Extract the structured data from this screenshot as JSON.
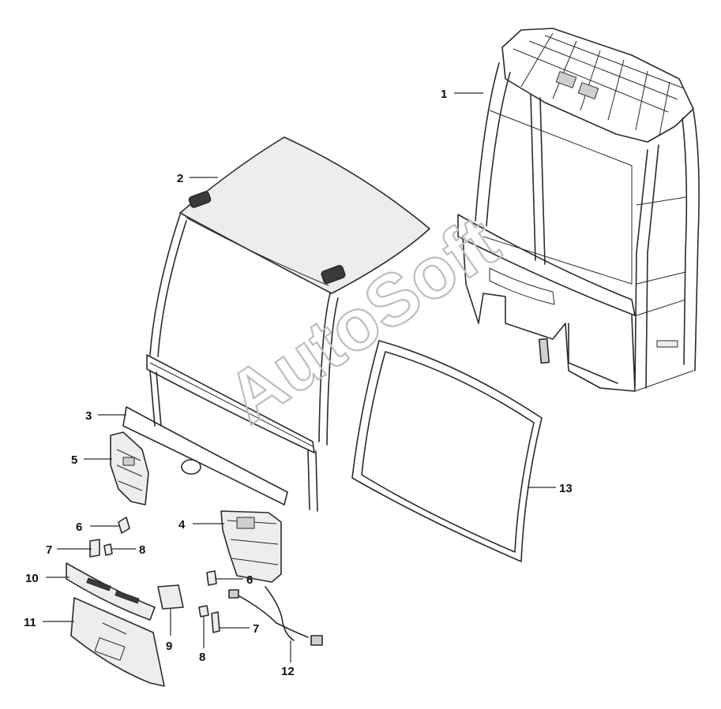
{
  "watermark": "AutoSoft",
  "callouts": [
    {
      "id": "1",
      "label": "1"
    },
    {
      "id": "2",
      "label": "2"
    },
    {
      "id": "3",
      "label": "3"
    },
    {
      "id": "4",
      "label": "4"
    },
    {
      "id": "5",
      "label": "5"
    },
    {
      "id": "6a",
      "label": "6"
    },
    {
      "id": "6b",
      "label": "6"
    },
    {
      "id": "7a",
      "label": "7"
    },
    {
      "id": "7b",
      "label": "7"
    },
    {
      "id": "8a",
      "label": "8"
    },
    {
      "id": "8b",
      "label": "8"
    },
    {
      "id": "9",
      "label": "9"
    },
    {
      "id": "10",
      "label": "10"
    },
    {
      "id": "11",
      "label": "11"
    },
    {
      "id": "12",
      "label": "12"
    },
    {
      "id": "13",
      "label": "13"
    }
  ]
}
